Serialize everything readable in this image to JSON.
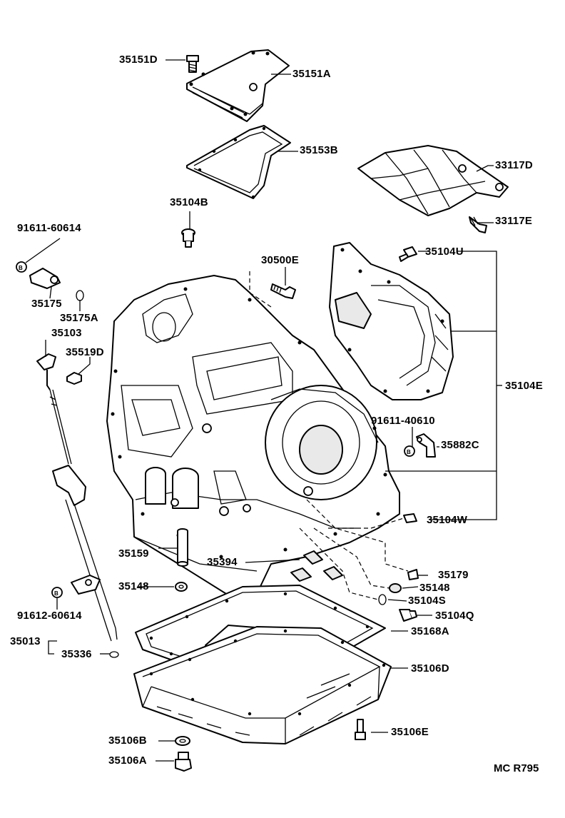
{
  "labels": {
    "l_35151D": "35151D",
    "l_35151A": "35151A",
    "l_35153B": "35153B",
    "l_33117D": "33117D",
    "l_33117E": "33117E",
    "l_35104B": "35104B",
    "l_91611_60614": "91611-60614",
    "l_30500E": "30500E",
    "l_35104U": "35104U",
    "l_35175": "35175",
    "l_35175A": "35175A",
    "l_35103": "35103",
    "l_35519D": "35519D",
    "l_35104E": "35104E",
    "l_91611_40610": "91611-40610",
    "l_35882C": "35882C",
    "l_35104W": "35104W",
    "l_35159": "35159",
    "l_35394": "35394",
    "l_35179": "35179",
    "l_35148_left": "35148",
    "l_35148_right": "35148",
    "l_35104S": "35104S",
    "l_35104Q": "35104Q",
    "l_91612_60614": "91612-60614",
    "l_35168A": "35168A",
    "l_35013": "35013",
    "l_35336": "35336",
    "l_35106D": "35106D",
    "l_35106B": "35106B",
    "l_35106E": "35106E",
    "l_35106A": "35106A"
  },
  "diagram_ref": "MC R795"
}
